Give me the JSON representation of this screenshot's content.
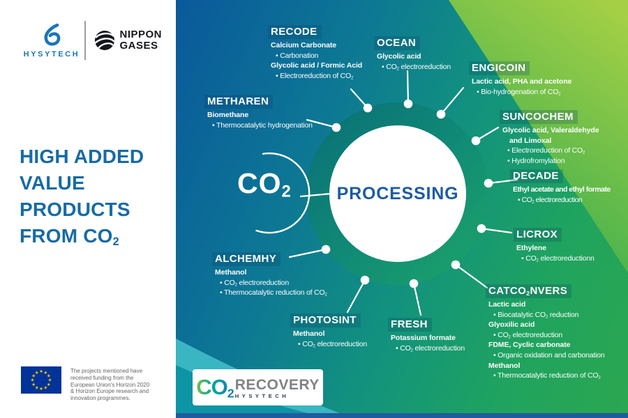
{
  "left_panel": {
    "hysytech_logo_text": "HYSYTECH",
    "nippon_line1": "NIPPON",
    "nippon_line2": "GASES",
    "title_lines": [
      "HIGH ADDED",
      "VALUE",
      "PRODUCTS",
      "FROM CO₂"
    ],
    "eu_note_lines": [
      "The projects mentioned have",
      "received funding from the",
      "European Union's Horizon 2020",
      "& Horizon Europe research and",
      "innovation programmes."
    ]
  },
  "diagram": {
    "center_label": "PROCESSING",
    "co2_label": "CO₂"
  },
  "projects": [
    {
      "name": "RECODE",
      "items": [
        {
          "cls": "product",
          "text": "Calcium Carbonate"
        },
        {
          "cls": "process",
          "text": "• Carbonation"
        },
        {
          "cls": "product",
          "text": "Glycolic acid / Formic Acid"
        },
        {
          "cls": "process",
          "text": "• Electroreduction of CO₂"
        }
      ]
    },
    {
      "name": "OCEAN",
      "items": [
        {
          "cls": "product",
          "text": "Glycolic acid"
        },
        {
          "cls": "process",
          "text": "• CO₂ electroreduction"
        }
      ]
    },
    {
      "name": "ENGICOIN",
      "items": [
        {
          "cls": "product",
          "text": "Lactic acid, PHA and acetone"
        },
        {
          "cls": "process",
          "text": "• Bio-hydrogenation of CO₂"
        }
      ]
    },
    {
      "name": "SUNCOCHEM",
      "items": [
        {
          "cls": "product",
          "text": "Glycolic acid, Valeraldehyde"
        },
        {
          "cls": "cont",
          "text": "and Limoxal"
        },
        {
          "cls": "process",
          "text": "• Electroreduction of CO₂"
        },
        {
          "cls": "process",
          "text": "• Hydrofromylation"
        }
      ]
    },
    {
      "name": "DECADE",
      "items": [
        {
          "cls": "product",
          "text": "Ethyl acetate and ethyl formate"
        },
        {
          "cls": "process",
          "text": "• CO₂ electroreduction"
        }
      ]
    },
    {
      "name": "LICROX",
      "items": [
        {
          "cls": "product",
          "text": "Ethylene"
        },
        {
          "cls": "process",
          "text": "• CO₂ electroreductionn"
        }
      ]
    },
    {
      "name": "CATCO₂NVERS",
      "items": [
        {
          "cls": "product",
          "text": "Lactic acid"
        },
        {
          "cls": "process",
          "text": "• Biocatalytic CO₂ reduction"
        },
        {
          "cls": "product",
          "text": "Glyoxilic acid"
        },
        {
          "cls": "process",
          "text": "• CO₂ electroreduction"
        },
        {
          "cls": "product",
          "text": "FDME, Cyclic carbonate"
        },
        {
          "cls": "process",
          "text": "• Organic oxidation and carbonation"
        },
        {
          "cls": "product",
          "text": "Methanol"
        },
        {
          "cls": "process",
          "text": "• Thermocatalytic reduction of CO₂"
        }
      ]
    },
    {
      "name": "FRESH",
      "items": [
        {
          "cls": "product",
          "text": "Potassium formate"
        },
        {
          "cls": "process",
          "text": "• CO₂ electroreduction"
        }
      ]
    },
    {
      "name": "PHOTOSINT",
      "items": [
        {
          "cls": "product",
          "text": "Methanol"
        },
        {
          "cls": "process",
          "text": "• CO₂ electroreduction"
        }
      ]
    },
    {
      "name": "ALCHEMHY",
      "items": [
        {
          "cls": "product",
          "text": "Methanol"
        },
        {
          "cls": "process",
          "text": "• CO₂ electroreduction"
        },
        {
          "cls": "process",
          "text": "• Thermocatalytic reduction of CO₂"
        }
      ]
    },
    {
      "name": "METHAREN",
      "items": [
        {
          "cls": "product",
          "text": "Biomethane"
        },
        {
          "cls": "process",
          "text": "• Thermocatalytic hydrogenation"
        }
      ]
    }
  ],
  "footer_logo": {
    "co2": "CO₂",
    "recovery": "RECOVERY",
    "hysytech": "HYSYTECH"
  },
  "icons": {
    "eu_star": "★",
    "hysytech_mark": "swoosh-loop",
    "nippon_mark": "segmented-sphere"
  },
  "colors": {
    "accent_blue": "#1b75bc",
    "title_blue": "#176ba5",
    "processing_text": "#1d5ba4",
    "bg_gradient": [
      "#0a599b",
      "#12927e",
      "#2ca750"
    ],
    "wedge_green": "#a5d045",
    "ring_teal": "#0a7077",
    "ring_green": "#1da468",
    "eu_flag_blue": "#003399",
    "eu_star_yellow": "#ffcc00",
    "bottom_bar_blue": "#1f5c9f"
  }
}
